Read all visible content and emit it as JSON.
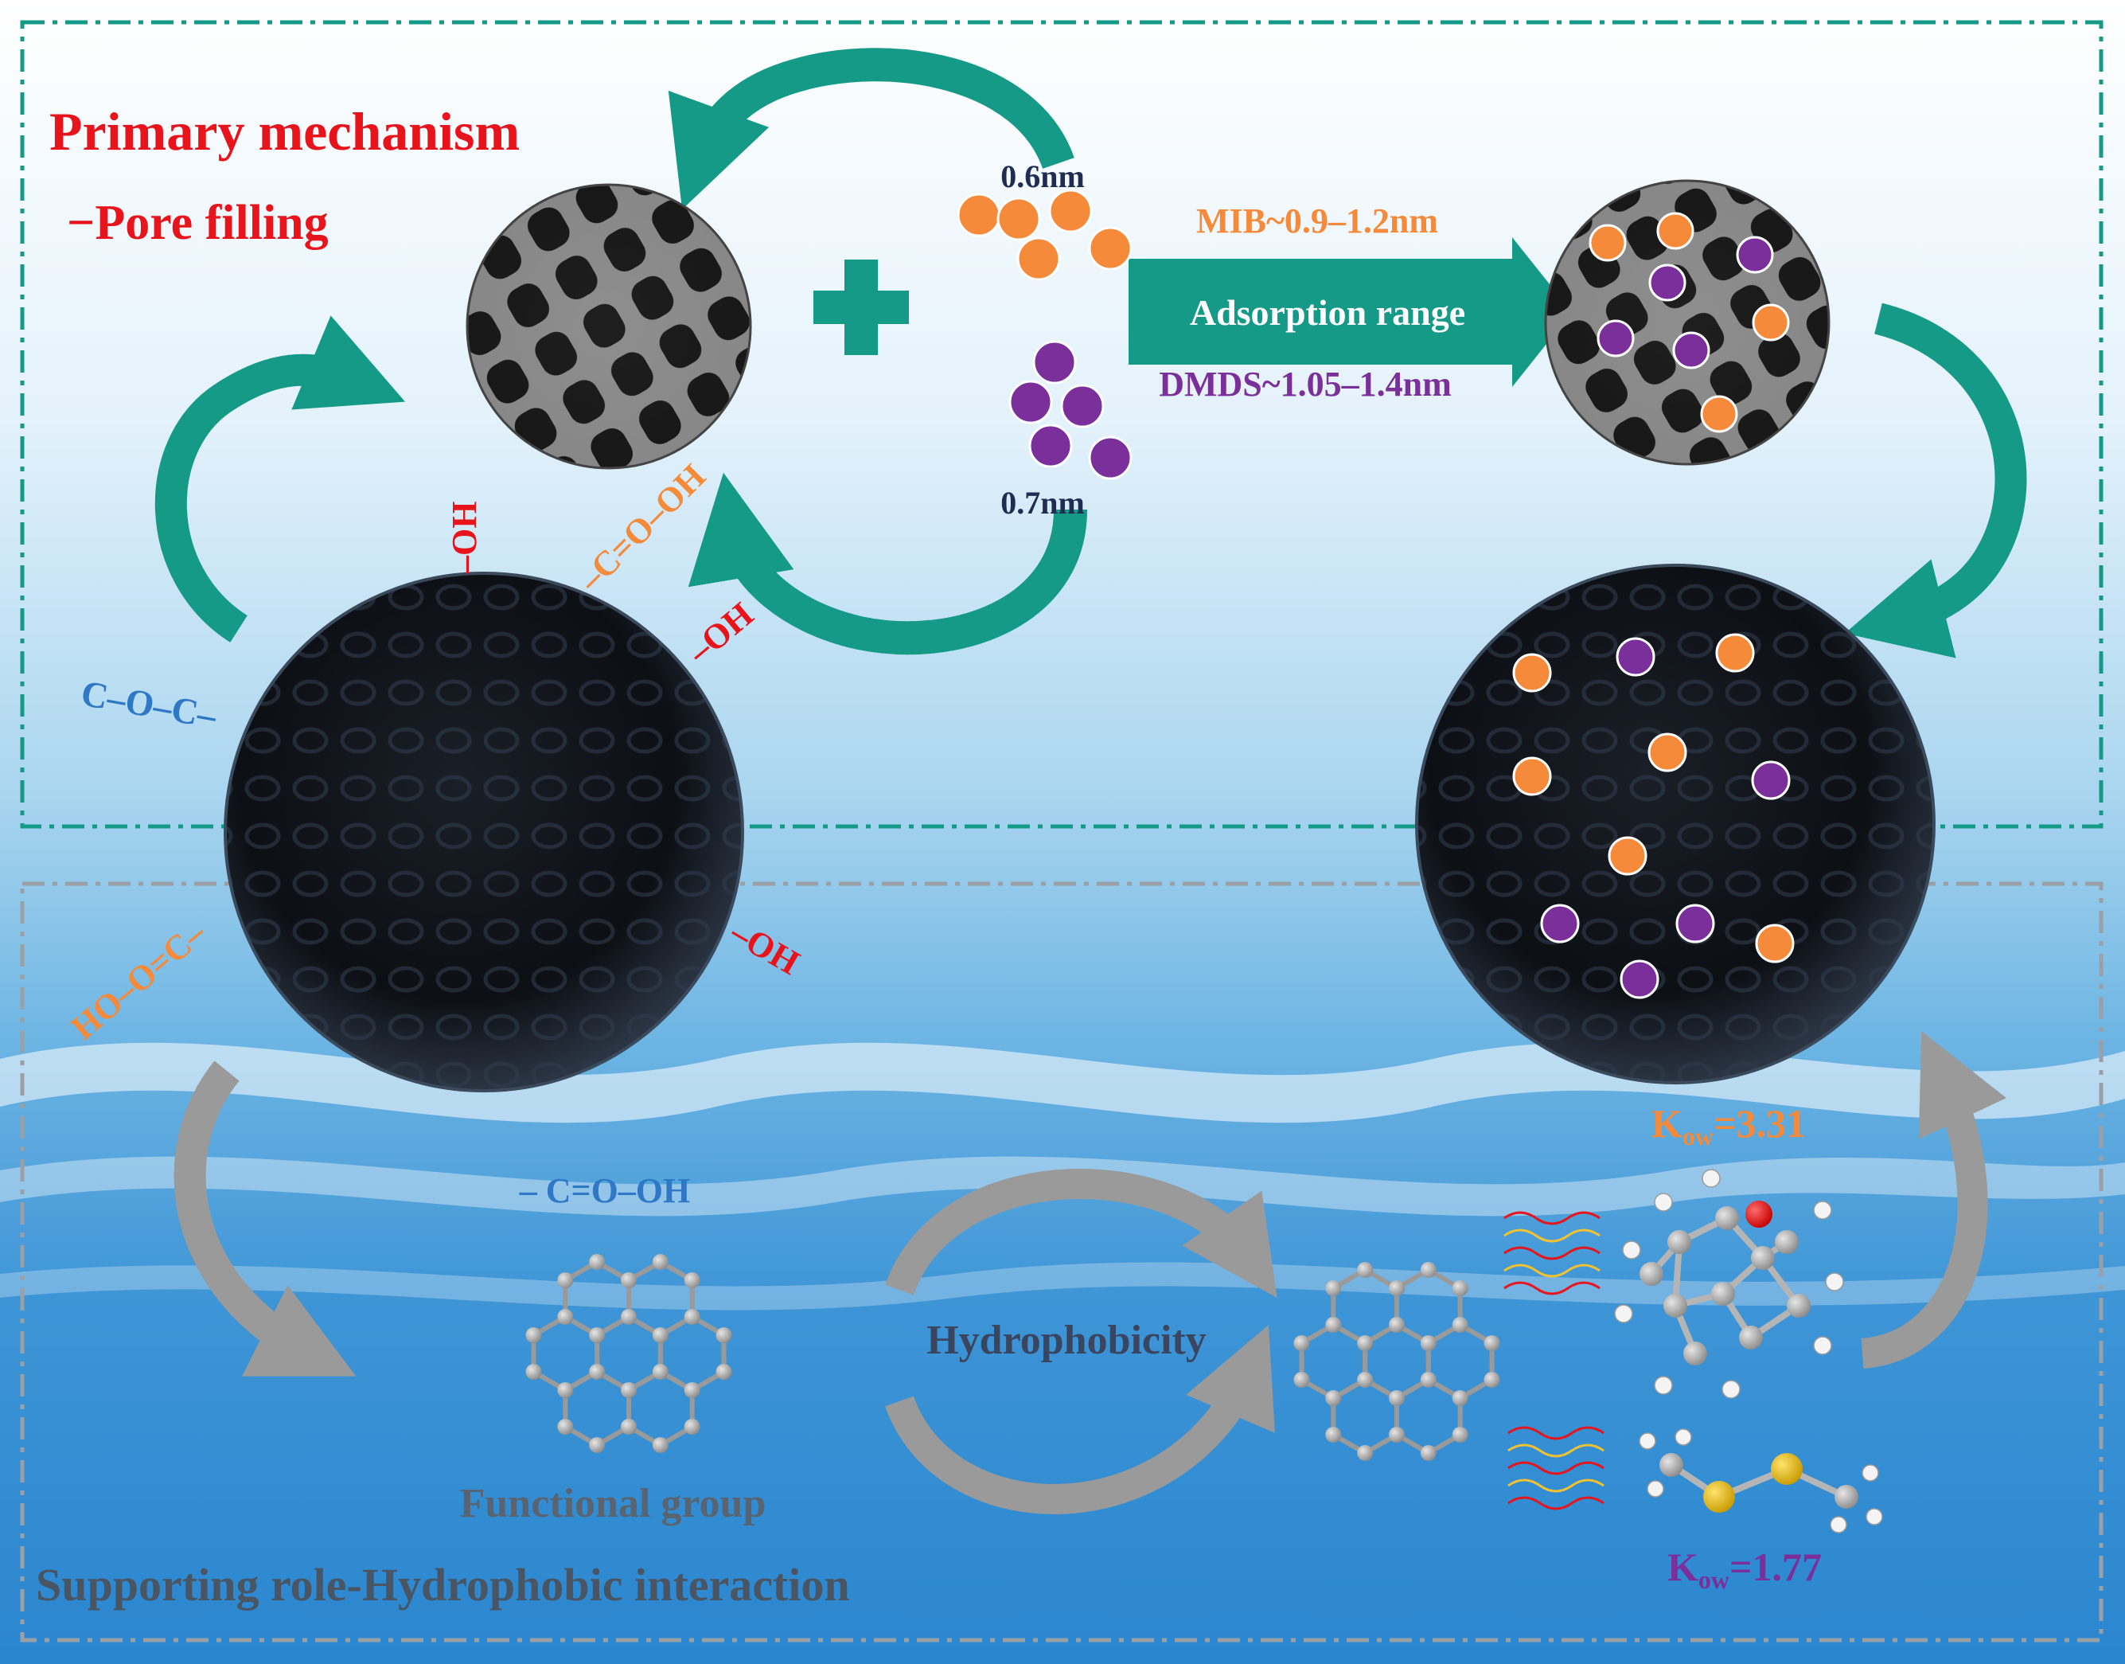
{
  "title": {
    "primary": "Primary mechanism",
    "pore_filling": "−Pore filling"
  },
  "sizes": {
    "mib_molecule": "0.6nm",
    "dmds_molecule": "0.7nm",
    "mib_range": "MIB~0.9–1.2nm",
    "dmds_range": "DMDS~1.05–1.4nm",
    "adsorption_arrow": "Adsorption  range"
  },
  "functional_groups": {
    "coc": "C–O–C–",
    "oh_top": "–OH",
    "cooh_top": "–C=O–OH",
    "oh_right": "–OH",
    "cooh_left": "HO–O=C–",
    "oh_bottom": "–OH",
    "cooh_lower": "– C=O–OH"
  },
  "labels": {
    "hydrophobicity": "Hydrophobicity",
    "functional_group": "Functional group",
    "supporting_role": "Supporting role-Hydrophobic interaction"
  },
  "kow": {
    "mib_prefix": "K",
    "mib_sub": "ow",
    "mib_value": "=3.31",
    "dmds_prefix": "K",
    "dmds_sub": "ow",
    "dmds_value": "=1.77"
  },
  "colors": {
    "red": "#e8141b",
    "orange": "#f58a3a",
    "purple": "#7a2f9a",
    "blue": "#2e78c6",
    "teal": "#169a88",
    "navy": "#1f2d52",
    "grey": "#5a6470"
  }
}
